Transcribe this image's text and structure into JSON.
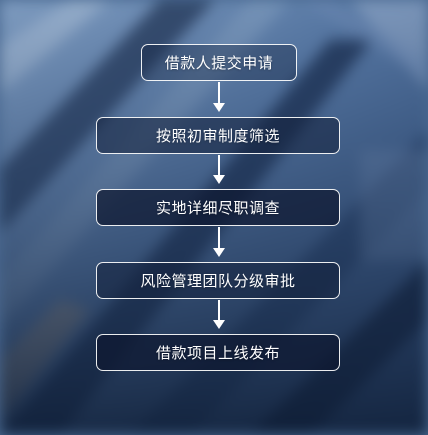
{
  "flow": {
    "steps": [
      {
        "label": "借款人提交申请"
      },
      {
        "label": "按照初审制度筛选"
      },
      {
        "label": "实地详细尽职调查"
      },
      {
        "label": "风险管理团队分级审批"
      },
      {
        "label": "借款项目上线发布"
      }
    ]
  },
  "colors": {
    "box_border": "#ffffff",
    "text": "#ffffff",
    "arrow": "#ffffff",
    "background_primary": "#4a6a92",
    "background_dark": "#0e1c34"
  }
}
